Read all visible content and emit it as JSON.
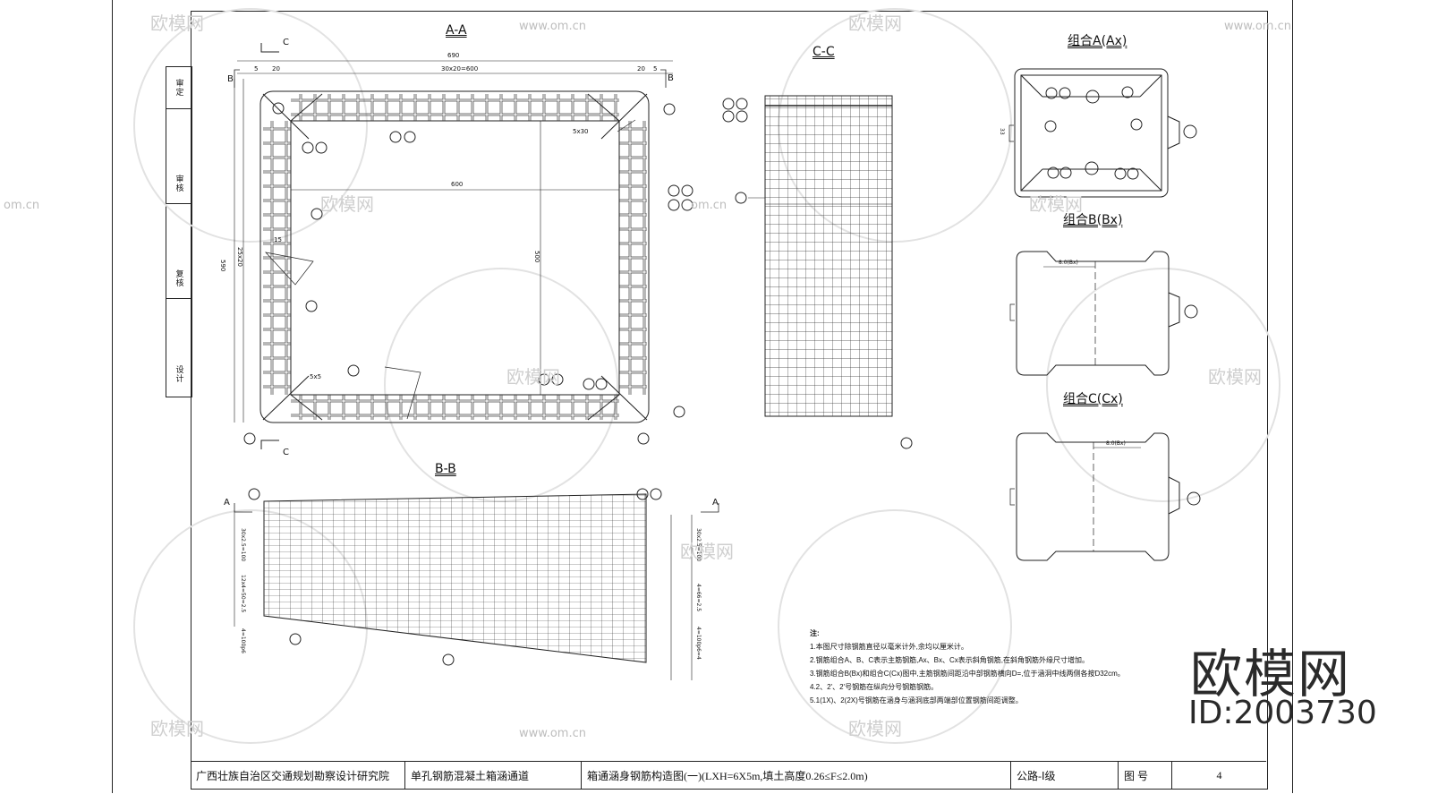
{
  "sidebar": {
    "cells": [
      "审定",
      "审核",
      "复核",
      "设计"
    ]
  },
  "views": {
    "aa": {
      "title": "A-A"
    },
    "bb": {
      "title": "B-B"
    },
    "cc": {
      "title": "C-C"
    },
    "combo_a": {
      "title": "组合A(Ax)"
    },
    "combo_b": {
      "title": "组合B(Bx)"
    },
    "combo_c": {
      "title": "组合C(Cx)"
    }
  },
  "section_marks": {
    "c": "C",
    "b": "B",
    "a": "A"
  },
  "aa_dims": {
    "top_total": "690",
    "top_pitch": "30x20=600",
    "top_edge": "20",
    "top_cover": "5",
    "inner_width": "600",
    "left_height": "590",
    "left_pitch": "25x20",
    "inner_height": "500",
    "haunch_top": "5x30",
    "haunch_bot": "5x5",
    "left_small": "15"
  },
  "combo_dims": {
    "a_side": "33",
    "b_top": "8.0(Bx)",
    "c_top": "8.0(Bx)"
  },
  "bb_dims": {
    "top_left": "30x2.5=100",
    "mid_left": "12x4=50=2.5",
    "bottom_left": "4=100p6",
    "right_top": "30x2.5=100",
    "right_mid": "4=66=2.5",
    "right_bottom": "4=100p6=4"
  },
  "notes": {
    "head": "注:",
    "lines": [
      "1.本图尺寸除钢筋直径以毫米计外,余均以厘米计。",
      "2.钢筋组合A、B、C表示主筋钢筋,Ax、Bx、Cx表示斜角钢筋,在斜角钢筋外缘尺寸增加。",
      "3.钢筋组合B(Bx)和组合C(Cx)图中,主筋钢筋间距沿中部钢筋横向D=,位于涵洞中线两侧各按D32cm。",
      "4.2、2'、2'号钢筋在纵向分号钢筋钢筋。",
      "5.1(1X)、2(2X)号钢筋在涵身与涵洞底部两端部位置钢筋间距调整。"
    ]
  },
  "title_block": {
    "org": "广西壮族自治区交通规划勘察设计研究院",
    "project": "单孔钢筋混凝土箱涵通道",
    "drawing": "箱通涵身钢筋构造图(一)(LXH=6X5m,填土高度0.26≤F≤2.0m)",
    "grade": "公路-Ⅰ级",
    "fig_label": "图  号",
    "fig_no": "4"
  },
  "watermark": {
    "brand": "欧模网",
    "id": "ID:2003730",
    "small": "欧模网",
    "url": "www.om.cn",
    "url_short": "om.cn"
  }
}
